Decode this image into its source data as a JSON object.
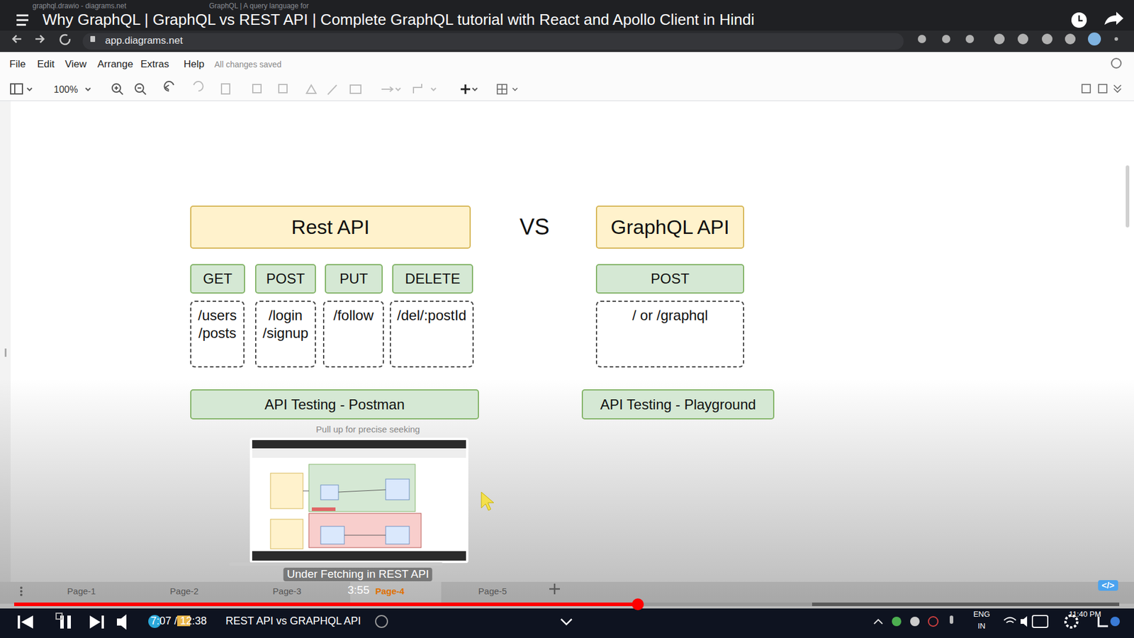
{
  "diagram": {
    "title": "Why GraphQL | GraphQL vs REST API | Complete GraphQL tutorial with React and Apollo Client in Hindi",
    "nodes": [
      {
        "text": [
          "Rest API"
        ]
      },
      {
        "text": [
          "GraphQL API"
        ]
      },
      {
        "text": [
          "GET"
        ]
      },
      {
        "text": [
          "POST"
        ]
      },
      {
        "text": [
          "PUT"
        ]
      },
      {
        "text": [
          "DELETE"
        ]
      },
      {
        "text": [
          "POST"
        ]
      },
      {
        "text": [
          "/users /posts"
        ]
      },
      {
        "text": [
          "/login /signup"
        ]
      },
      {
        "text": [
          "/follow"
        ]
      },
      {
        "text": [
          "/del/:postId"
        ]
      },
      {
        "text": [
          "/ or /graphql"
        ]
      },
      {
        "text": [
          "API Testing - Postman"
        ]
      },
      {
        "text": [
          "API Testing - Playground"
        ]
      }
    ],
    "labels": [
      "graphql.drawio - diagrams.net",
      "GraphQL | A query language for",
      "app.diagrams.net",
      "File",
      "Edit",
      "View",
      "Arrange",
      "Extras",
      "Help",
      "All changes saved",
      "100%",
      "VS",
      "Pull up for precise seeking",
      "Under Fetching in REST API",
      "3:55",
      "Page-1",
      "Page-2",
      "Page-3",
      "Page-4",
      "Page-5",
      "</>",
      "7:07 / 12:38",
      "REST API vs GRAPHQL API",
      "ENG",
      "IN",
      "11:40 PM"
    ]
  }
}
